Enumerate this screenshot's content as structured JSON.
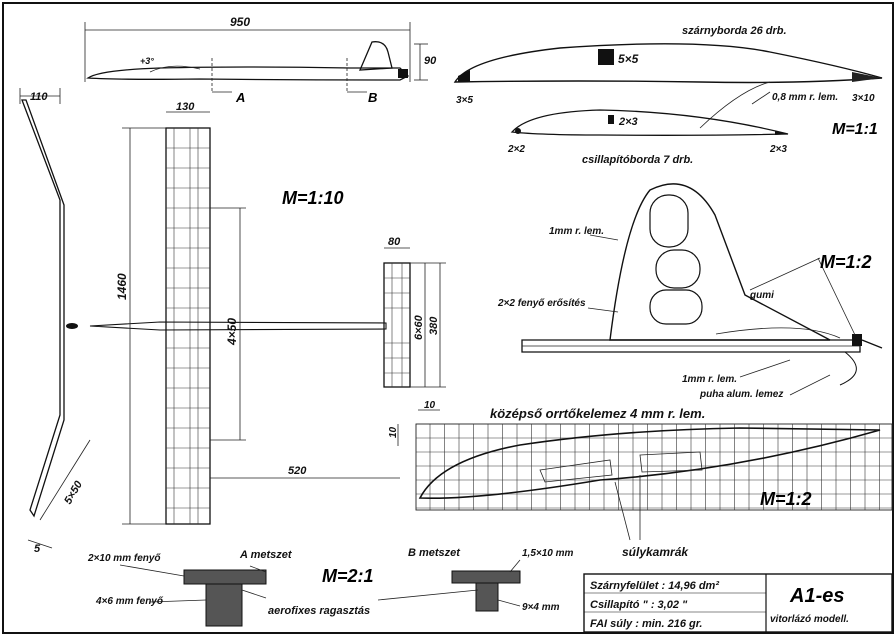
{
  "side_view": {
    "length": "950",
    "height": "90",
    "angle": "+3°",
    "section_a": "A",
    "section_b": "B"
  },
  "rib": {
    "title": "szárnyborda 26 drb.",
    "spar": "5×5",
    "leading": "3×5",
    "trailing": "3×10",
    "sheet": "0,8 mm r. lem.",
    "scale": "M=1:1"
  },
  "stab_rib": {
    "title": "csillapítóborda 7 drb.",
    "spar": "2×3",
    "leading": "2×2",
    "trailing": "2×3"
  },
  "plan": {
    "scale": "M=1:10",
    "dihedral_tip": "110",
    "root_chord": "130",
    "span": "1460",
    "inner_panel": "4×50",
    "moment_arm": "520",
    "stab_chord": "80",
    "stab_inner": "6×60",
    "stab_span": "380",
    "dihedral_low": "5×50",
    "dihedral_step": "5"
  },
  "fin": {
    "scale": "M=1:2",
    "plywood": "1mm r. lem.",
    "reinforcement": "2×2 fenyő erősítés",
    "rubber": "gumi",
    "plywood2": "1mm r. lem.",
    "alu": "puha alum. lemez"
  },
  "fuselage": {
    "title": "középső orrtőkelemez 4 mm r. lem.",
    "grid_x": "10",
    "grid_y": "10",
    "scale": "M=1:2",
    "weight_box": "súlykamrák"
  },
  "sections": {
    "scale": "M=2:1",
    "a_title": "A metszet",
    "a_top": "2×10 mm fenyő",
    "a_bottom": "4×6 mm fenyő",
    "glue": "aerofixes ragasztás",
    "b_title": "B metszet",
    "b_top": "1,5×10 mm",
    "b_bottom": "9×4 mm"
  },
  "info": {
    "wing_area": "Szárnyfelület : 14,96 dm²",
    "stab_area": "Csillapító   \"   :   3,02  \"",
    "weight": "FAI súly : min. 216 gr.",
    "model_name": "A1-es",
    "model_sub": "vitorlázó modell."
  }
}
